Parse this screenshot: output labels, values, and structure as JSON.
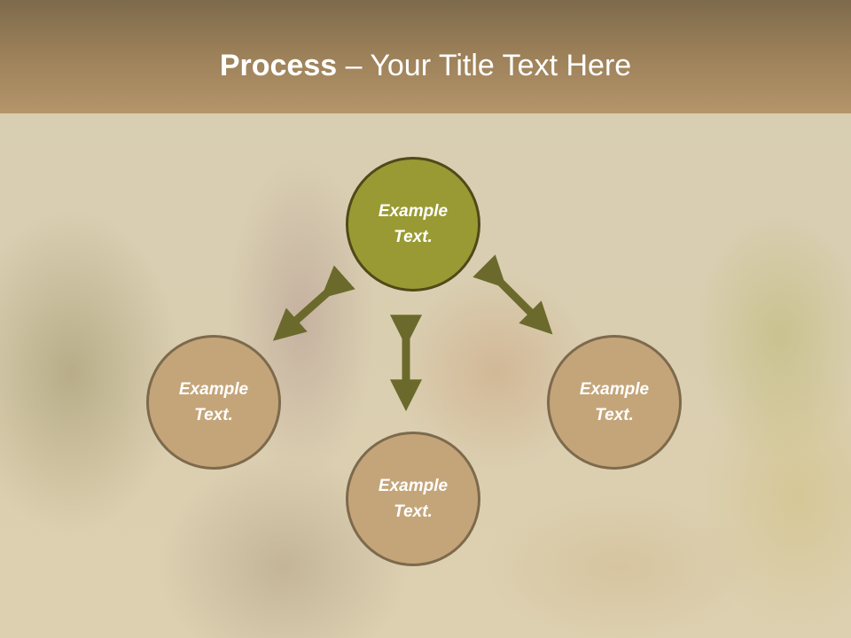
{
  "slide": {
    "title": {
      "bold": "Process",
      "rest": " – Your Title Text Here"
    },
    "colors": {
      "header_top": "#7d6a4c",
      "header_bottom": "#b5956a",
      "center_fill": "#9a9a35",
      "center_border": "#4f4a18",
      "node_fill": "#c4a57a",
      "node_border": "#7d6a4c",
      "arrow": "#6b6a2c"
    },
    "nodes": [
      {
        "id": "top",
        "label_line1": "Example",
        "label_line2": "Text.",
        "style": "olive"
      },
      {
        "id": "left",
        "label_line1": "Example",
        "label_line2": "Text.",
        "style": "tan"
      },
      {
        "id": "right",
        "label_line1": "Example",
        "label_line2": "Text.",
        "style": "tan"
      },
      {
        "id": "bottom",
        "label_line1": "Example",
        "label_line2": "Text.",
        "style": "tan"
      }
    ],
    "connectors": [
      {
        "from": "top",
        "to": "left",
        "type": "double-arrow"
      },
      {
        "from": "top",
        "to": "bottom",
        "type": "double-arrow"
      },
      {
        "from": "top",
        "to": "right",
        "type": "double-arrow"
      }
    ]
  }
}
